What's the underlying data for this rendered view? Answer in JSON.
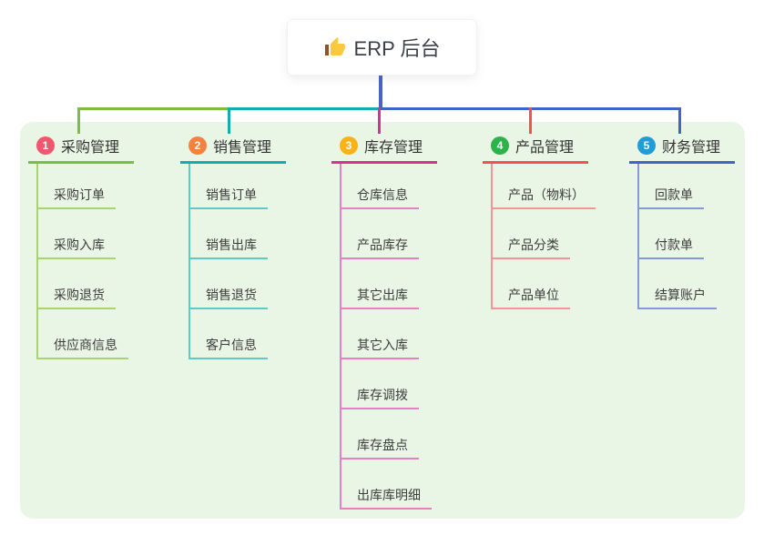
{
  "root": {
    "title": "ERP 后台",
    "icon": "thumbs-up-icon",
    "line_color": "#4a63c6"
  },
  "panel_color": "#eaf6e5",
  "branches": [
    {
      "index": "1",
      "title": "采购管理",
      "circle_color": "#f1566f",
      "line_color": "#7ebd3e",
      "child_line_color": "#a9d36f",
      "children": [
        "采购订单",
        "采购入库",
        "采购退货",
        "供应商信息"
      ]
    },
    {
      "index": "2",
      "title": "销售管理",
      "circle_color": "#f5813e",
      "line_color": "#12aead",
      "child_line_color": "#5fc9c6",
      "children": [
        "销售订单",
        "销售出库",
        "销售退货",
        "客户信息"
      ]
    },
    {
      "index": "3",
      "title": "库存管理",
      "circle_color": "#fbb217",
      "line_color": "#d43392",
      "child_line_color": "#e97ec1",
      "children": [
        "仓库信息",
        "产品库存",
        "其它出库",
        "其它入库",
        "库存调拨",
        "库存盘点",
        "出库库明细"
      ]
    },
    {
      "index": "4",
      "title": "产品管理",
      "circle_color": "#2eb34b",
      "line_color": "#f25352",
      "child_line_color": "#f79396",
      "children": [
        "产品（物料）",
        "产品分类",
        "产品单位"
      ]
    },
    {
      "index": "5",
      "title": "财务管理",
      "circle_color": "#209dd9",
      "line_color": "#4064c7",
      "child_line_color": "#8499da",
      "children": [
        "回款单",
        "付款单",
        "结算账户"
      ]
    }
  ]
}
